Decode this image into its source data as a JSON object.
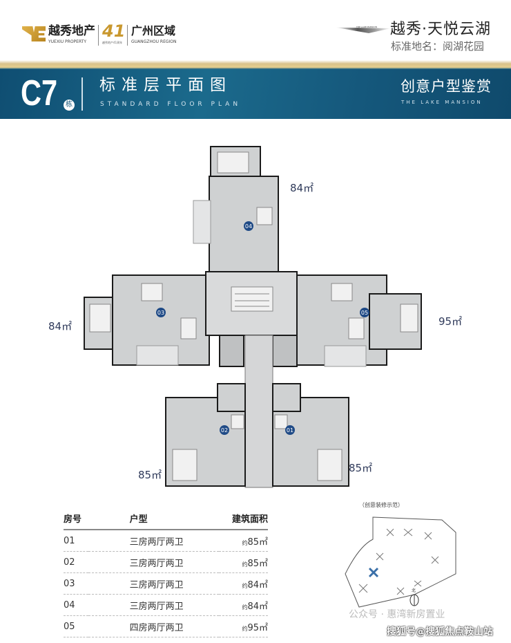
{
  "header": {
    "brand_cn": "越秀地产",
    "brand_en": "YUEXIU PROPERTY",
    "anniv": "41",
    "anniv_sub": "越秀地产41周年",
    "region_cn": "广州区域",
    "region_en": "GUANGZHOU REGION",
    "project_cn": "越秀·天悦云湖",
    "project_sub": "标准地名：阅湖花园",
    "project_logo_small": "THE LAKE MANSION"
  },
  "banner": {
    "building": "C7",
    "building_suffix": "栋",
    "title_cn": "标准层平面图",
    "title_en": "STANDARD FLOOR PLAN",
    "right_cn": "创意户型鉴赏",
    "right_en": "THE LAKE MANSION"
  },
  "plan": {
    "units": [
      {
        "no": "04",
        "area": "84㎡"
      },
      {
        "no": "03",
        "area": "84㎡"
      },
      {
        "no": "05",
        "area": "95㎡"
      },
      {
        "no": "02",
        "area": "85㎡"
      },
      {
        "no": "01",
        "area": "85㎡"
      }
    ],
    "unit_color": "#1f4a86"
  },
  "table": {
    "headers": [
      "房号",
      "户型",
      "建筑面积"
    ],
    "approx": "约",
    "rows": [
      {
        "no": "01",
        "type": "三房两厅两卫",
        "area": "85㎡"
      },
      {
        "no": "02",
        "type": "三房两厅两卫",
        "area": "85㎡"
      },
      {
        "no": "03",
        "type": "三房两厅两卫",
        "area": "84㎡"
      },
      {
        "no": "04",
        "type": "三房两厅两卫",
        "area": "84㎡"
      },
      {
        "no": "05",
        "type": "四房两厅两卫",
        "area": "95㎡"
      }
    ]
  },
  "site_map": {
    "label": "（创意装修示范）",
    "north": "北"
  },
  "watermarks": [
    "公众号 · 惠湾新房置业",
    "搜狐号@搜狐焦点鞍山站"
  ]
}
